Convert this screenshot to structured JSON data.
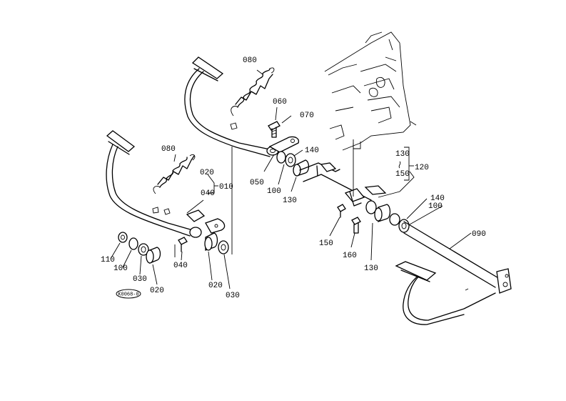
{
  "labels": {
    "l080a": "080",
    "l060": "060",
    "l070": "070",
    "l140a": "140",
    "l050": "050",
    "l100a": "100",
    "l130a": "130",
    "l080b": "080",
    "l020a": "020",
    "l040a": "040",
    "l010": "010",
    "l110": "110",
    "l100b": "100",
    "l030a": "030",
    "l020b": "020",
    "l040b": "040",
    "l020c": "020",
    "l030b": "030",
    "l130b": "130",
    "l150a": "150",
    "l120": "120",
    "l140b": "140",
    "l100c": "100",
    "l090": "090",
    "l150b": "150",
    "l160": "160",
    "l130c": "130"
  },
  "badge": "K0068-0"
}
